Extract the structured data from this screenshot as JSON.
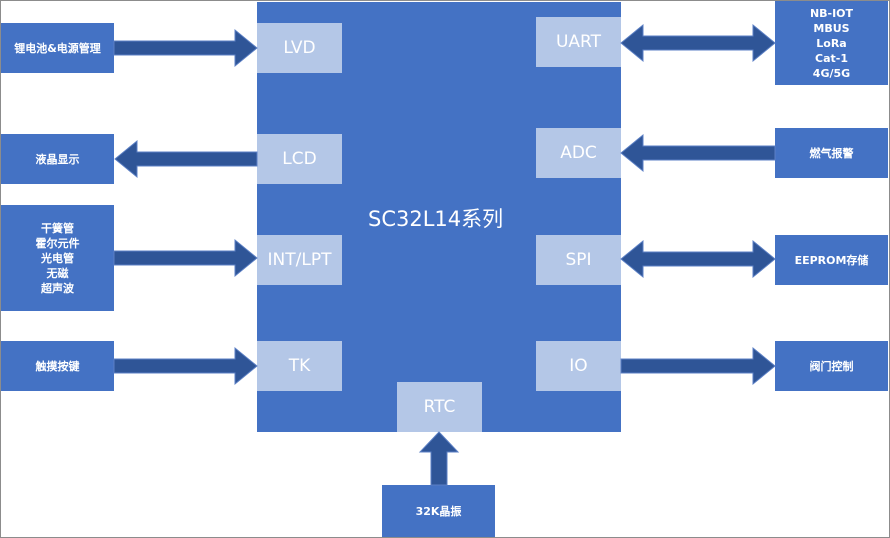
{
  "chip": {
    "title": "SC32L14系列"
  },
  "ports": {
    "lvd": "LVD",
    "lcd": "LCD",
    "int_lpt": "INT/LPT",
    "tk": "TK",
    "uart": "UART",
    "adc": "ADC",
    "spi": "SPI",
    "io": "IO",
    "rtc": "RTC"
  },
  "peripherals": {
    "battery": "锂电池&电源管理",
    "lcd_display": "液晶显示",
    "sensors": "干簧管\n霍尔元件\n光电管\n无磁\n超声波",
    "touch_keys": "触摸按键",
    "comms": "NB-IOT\nMBUS\nLoRa\nCat-1\n4G/5G",
    "gas_alarm": "燃气报警",
    "eeprom": "EEPROM存储",
    "valve": "阀门控制",
    "crystal": "32K晶振"
  },
  "colors": {
    "block": "#4472c4",
    "port": "#b4c7e7",
    "arrow_fill": "#2f5597",
    "arrow_stroke": "#5b7fc4"
  }
}
